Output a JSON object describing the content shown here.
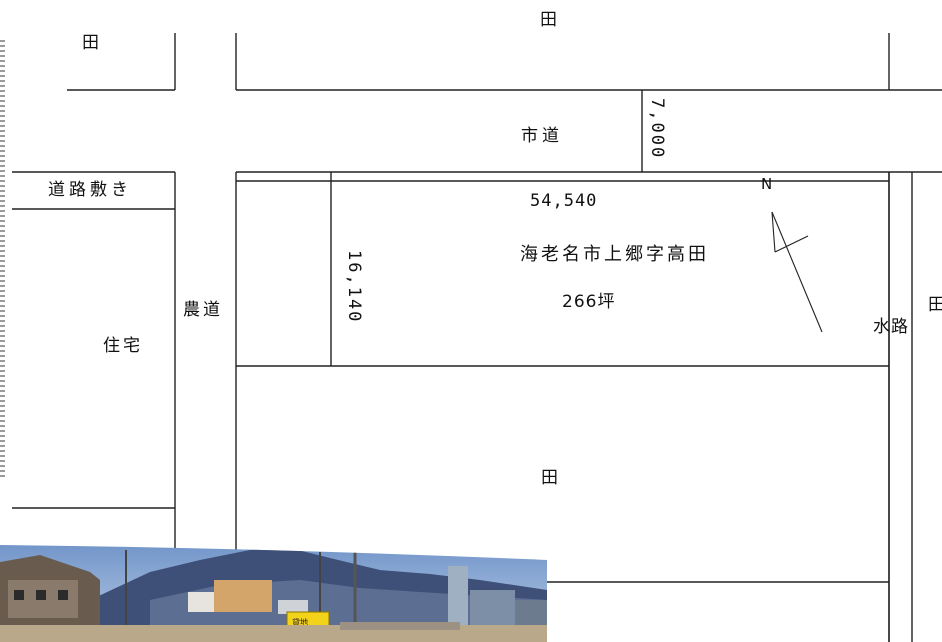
{
  "labels": {
    "field_top": "田",
    "field_top_left": "田",
    "city_road": "市道",
    "road_width": "7,000",
    "road_land": "道路敷き",
    "frontage": "54,540",
    "depth": "16,140",
    "address": "海老名市上郷字高田",
    "area": "266坪",
    "farm_road": "農道",
    "residence": "住宅",
    "waterway": "水路",
    "field_right": "田",
    "field_bottom": "田",
    "north": "N"
  },
  "colors": {
    "line": "#222222",
    "sky": "#7c9fcf",
    "mountain": "#3d4f7a"
  },
  "photo": {
    "sign_text": "貸地"
  }
}
